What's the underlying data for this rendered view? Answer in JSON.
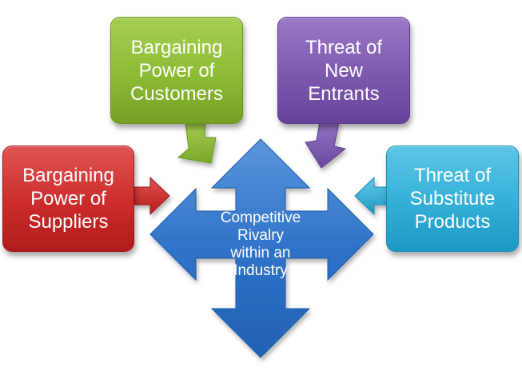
{
  "colors": {
    "customers": "#8cbb34",
    "entrants": "#7d58ad",
    "suppliers": "#cc2c2c",
    "substitutes": "#33afd8",
    "center": "#2f73c9"
  },
  "forces": {
    "customers": {
      "lines": [
        "Bargaining",
        "Power of",
        "Customers"
      ]
    },
    "entrants": {
      "lines": [
        "Threat of",
        "New",
        "Entrants"
      ]
    },
    "suppliers": {
      "lines": [
        "Bargaining",
        "Power of",
        "Suppliers"
      ]
    },
    "substitutes": {
      "lines": [
        "Threat of",
        "Substitute",
        "Products"
      ]
    }
  },
  "center": {
    "lines": [
      "Competitive",
      "Rivalry",
      "within an",
      "Industry"
    ]
  }
}
